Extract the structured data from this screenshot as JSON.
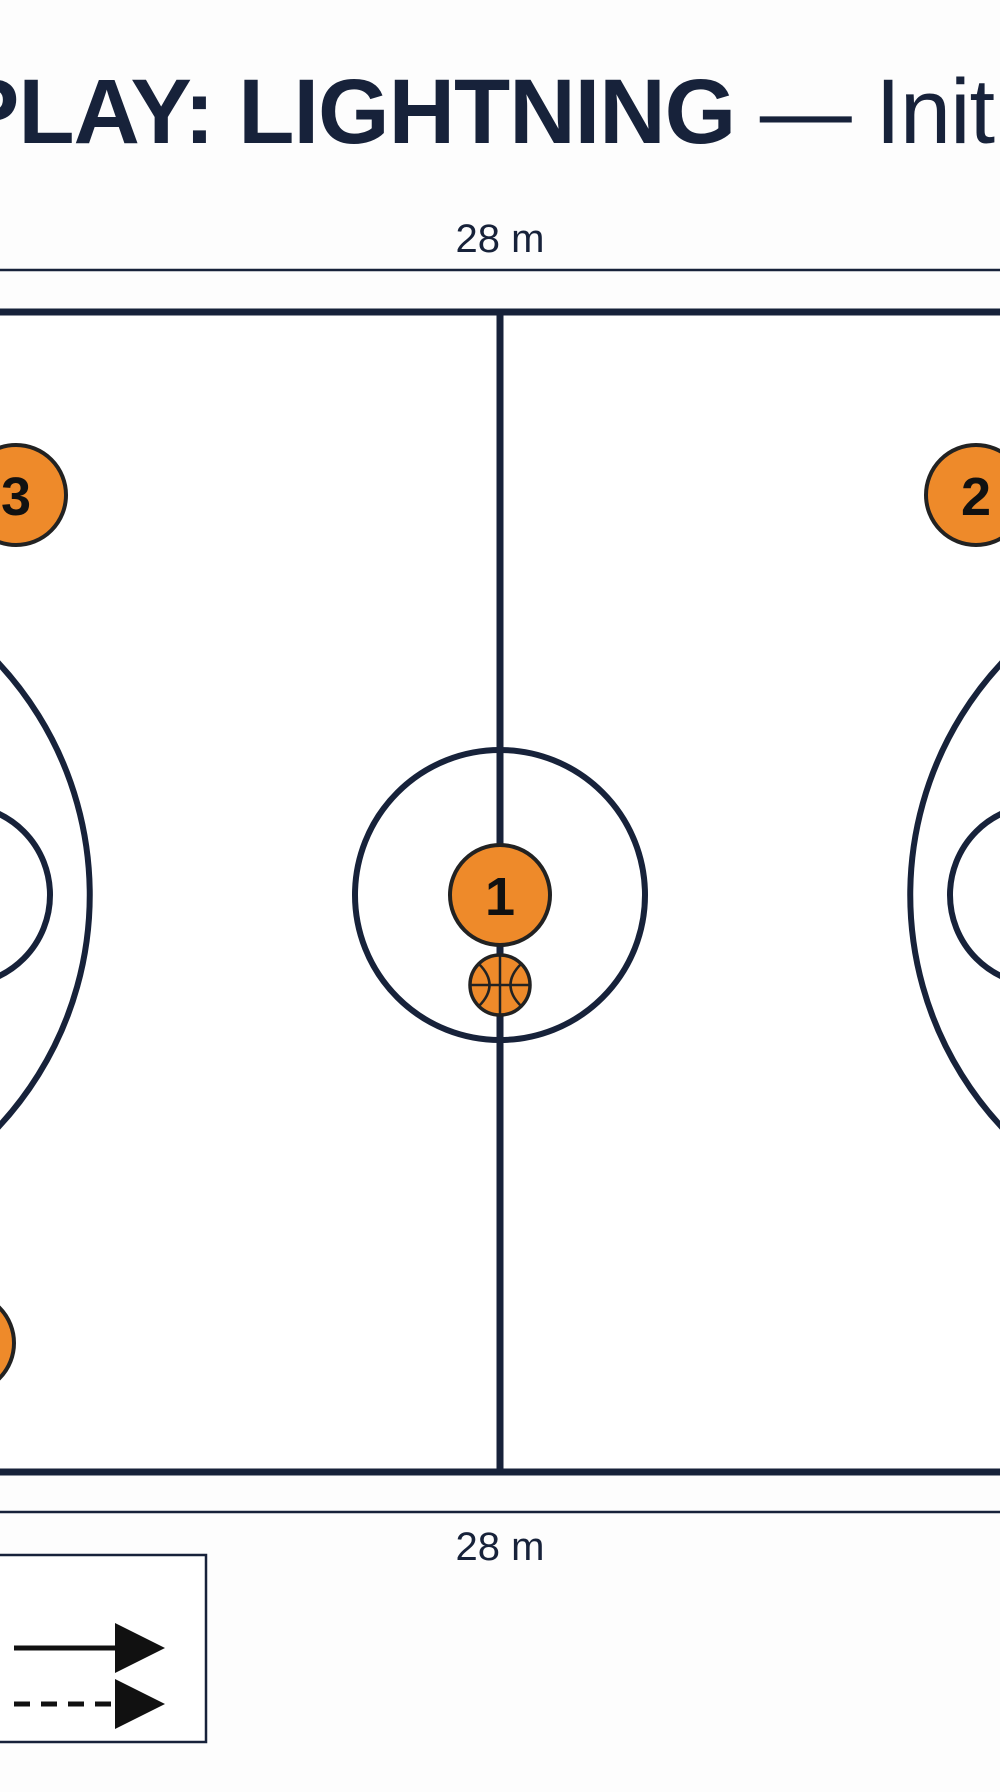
{
  "header": {
    "play_label": "PLAY: LIGHTNING",
    "separator": " — ",
    "subtitle": "Initial Setup"
  },
  "court": {
    "width_label_top": "28 m",
    "width_label_bottom": "28 m",
    "line_color": "#17223a",
    "court_color": "#ffffff"
  },
  "players": [
    {
      "id": "1",
      "label": "1",
      "color": "#ee8a2a",
      "role": "center"
    },
    {
      "id": "2",
      "label": "2",
      "color": "#ee8a2a",
      "role": "right-wing"
    },
    {
      "id": "3",
      "label": "3",
      "color": "#ee8a2a",
      "role": "left-wing"
    },
    {
      "id": "4",
      "label": "",
      "color": "#ee8a2a",
      "role": "left-corner"
    }
  ],
  "ball": {
    "icon": "basketball-icon",
    "color": "#ee8a2a"
  },
  "legend": {
    "items": [
      {
        "icon": "solid-arrow-icon",
        "label": ""
      },
      {
        "icon": "dashed-arrow-icon",
        "label": ""
      }
    ]
  }
}
